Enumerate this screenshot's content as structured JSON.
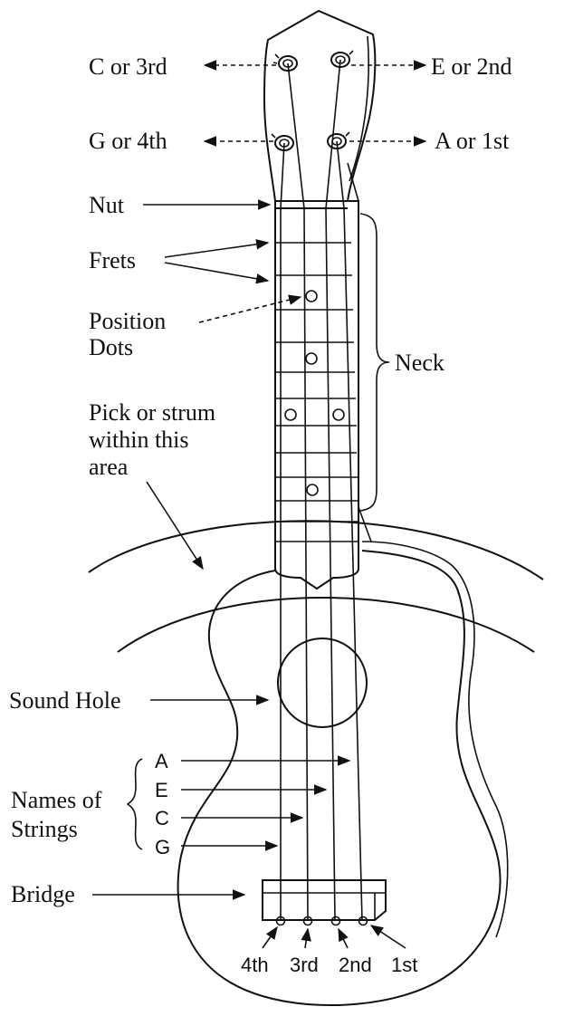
{
  "tuning_pegs": {
    "top_left": "C or 3rd",
    "top_right": "E or 2nd",
    "bottom_left": "G or 4th",
    "bottom_right": "A or 1st"
  },
  "parts": {
    "nut": "Nut",
    "frets": "Frets",
    "position_dots": [
      "Position",
      "Dots"
    ],
    "neck": "Neck",
    "strum_area": [
      "Pick or strum",
      "within this",
      "area"
    ],
    "sound_hole": "Sound Hole",
    "names_of_strings": [
      "Names of",
      "Strings"
    ],
    "bridge": "Bridge"
  },
  "string_letters": [
    "A",
    "E",
    "C",
    "G"
  ],
  "string_numbers": [
    "4th",
    "3rd",
    "2nd",
    "1st"
  ]
}
